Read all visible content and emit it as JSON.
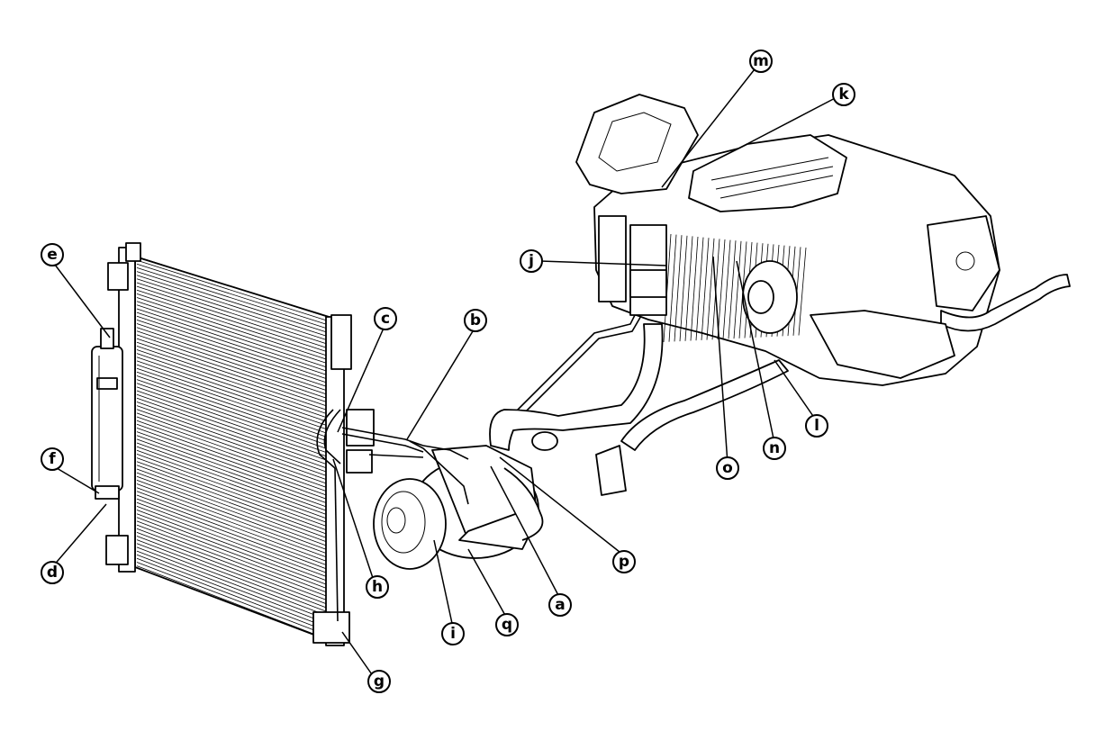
{
  "callouts": [
    {
      "id": "a",
      "label": "a"
    },
    {
      "id": "b",
      "label": "b"
    },
    {
      "id": "c",
      "label": "c"
    },
    {
      "id": "d",
      "label": "d"
    },
    {
      "id": "e",
      "label": "e"
    },
    {
      "id": "f",
      "label": "f"
    },
    {
      "id": "g",
      "label": "g"
    },
    {
      "id": "h",
      "label": "h"
    },
    {
      "id": "i",
      "label": "i"
    },
    {
      "id": "j",
      "label": "j"
    },
    {
      "id": "k",
      "label": "k"
    },
    {
      "id": "l",
      "label": "l"
    },
    {
      "id": "m",
      "label": "m"
    },
    {
      "id": "n",
      "label": "n"
    },
    {
      "id": "o",
      "label": "o"
    },
    {
      "id": "p",
      "label": "p"
    },
    {
      "id": "q",
      "label": "q"
    }
  ]
}
